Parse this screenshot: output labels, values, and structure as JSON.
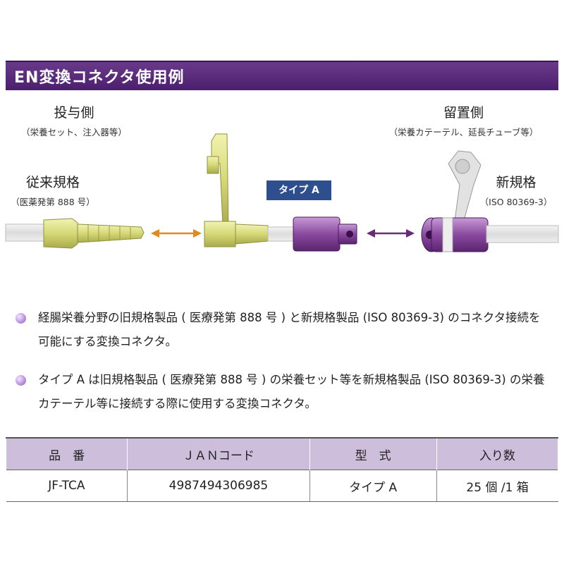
{
  "header": {
    "title": "EN変換コネクタ使用例"
  },
  "left_side": {
    "title": "投与側",
    "subtitle": "（栄養セット、注入器等）"
  },
  "right_side": {
    "title": "留置側",
    "subtitle": "（栄養カテーテル、延長チューブ等）"
  },
  "old_standard": {
    "title": "従来規格",
    "subtitle": "（医薬発第 888 号）"
  },
  "new_standard": {
    "title": "新規格",
    "subtitle": "（ISO 80369-3）"
  },
  "type_badge": "タイプ A",
  "colors": {
    "header": "#4b1f6e",
    "badge": "#2d4f8e",
    "old_arrow": "#e08a1e",
    "new_arrow": "#6a2a7a",
    "connector_purple": "#8a4a9e",
    "connector_yellow": "#d9dc7a"
  },
  "bullets": [
    {
      "line1": "経腸栄養分野の旧規格製品 ( 医療発第 888 号 ) と新規格製品 (ISO 80369-3) のコネクタ接続を",
      "line2": "可能にする変換コネクタ。"
    },
    {
      "line1": "タイプ A は旧規格製品 ( 医療発第 888 号 ) の栄養セット等を新規格製品 (ISO 80369-3) の栄養",
      "line2": "カテーテル等に接続する際に使用する変換コネクタ。"
    }
  ],
  "table": {
    "headers": [
      "品　番",
      "ＪＡＮコード",
      "型　式",
      "入り数"
    ],
    "rows": [
      [
        "JF-TCA",
        "4987494306985",
        "タイプ A",
        "25 個 /1 箱"
      ]
    ]
  }
}
